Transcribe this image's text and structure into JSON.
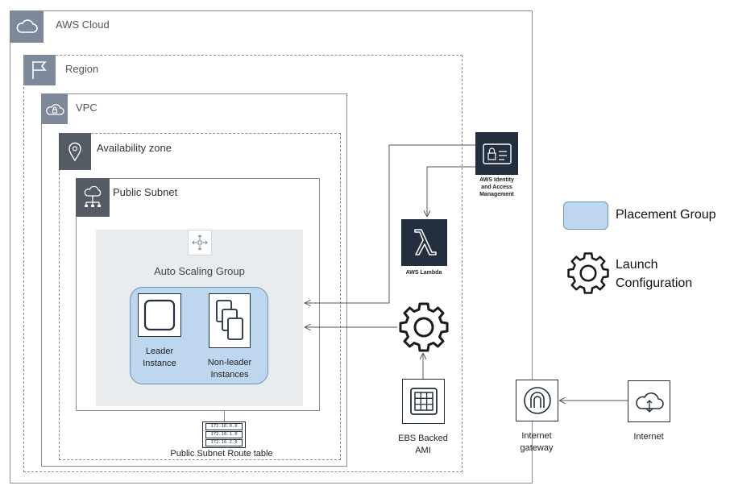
{
  "groups": {
    "aws_cloud": "AWS Cloud",
    "region": "Region",
    "vpc": "VPC",
    "availability_zone": "Availability zone",
    "public_subnet": "Public Subnet",
    "auto_scaling_group": "Auto Scaling Group"
  },
  "nodes": {
    "leader_instance": "Leader\nInstance",
    "non_leader_instances": "Non-leader\nInstances",
    "route_table": "Public Subnet Route table",
    "route_table_rows": [
      "172.16.0.0",
      "172.16.1.0",
      "172.16.2.0"
    ],
    "iam": "AWS Identity\nand Access\nManagement",
    "lambda": "AWS Lambda",
    "ebs_ami": "EBS Backed\nAMI",
    "internet_gateway": "Internet\ngateway",
    "internet": "Internet"
  },
  "legend": {
    "placement_group": "Placement Group",
    "launch_configuration": "Launch\nConfiguration"
  },
  "colors": {
    "group_icon_bg": "#7d8998",
    "service_dark": "#232f3e",
    "placement_fill": "#bdd7ee",
    "placement_border": "#6f95b8",
    "asg_fill": "#e8ecef"
  }
}
